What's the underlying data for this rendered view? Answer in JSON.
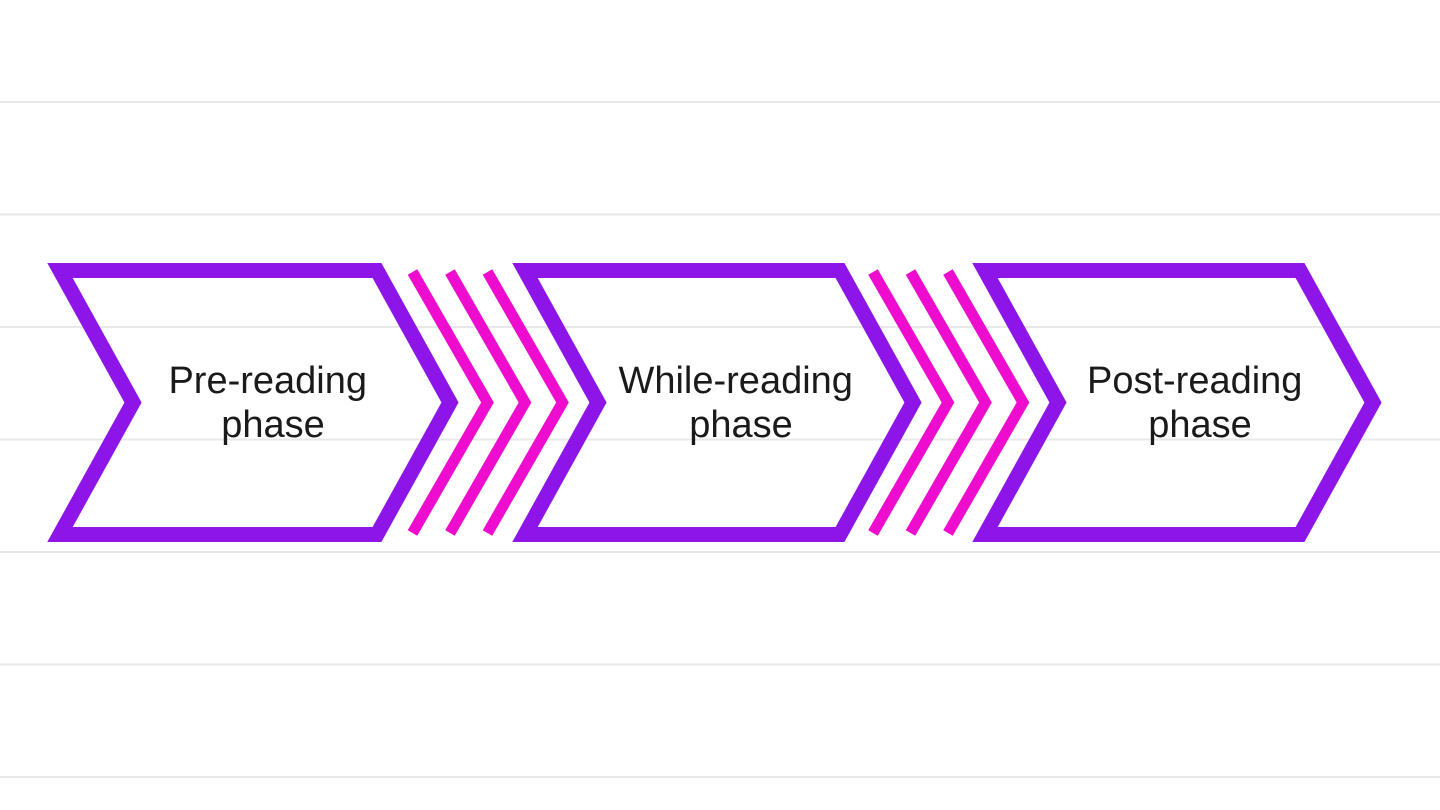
{
  "diagram": {
    "type": "process-flow",
    "phases": [
      {
        "label": "Pre-reading phase",
        "line1": "Pre-reading",
        "line2": "phase"
      },
      {
        "label": "While-reading phase",
        "line1": "While-reading",
        "line2": "phase"
      },
      {
        "label": "Post-reading phase",
        "line1": "Post-reading",
        "line2": "phase"
      }
    ],
    "separators": [
      {
        "position": "between-phase-1-and-2",
        "chevron_count": 3
      },
      {
        "position": "between-phase-2-and-3",
        "chevron_count": 3
      }
    ],
    "gridlines": {
      "count": 7
    },
    "colors": {
      "purple": "#8D15E8",
      "magenta": "#EE0CCE",
      "gridline": "#E8E8EA",
      "text": "#1A1A1A",
      "background": "#FFFFFF"
    }
  }
}
